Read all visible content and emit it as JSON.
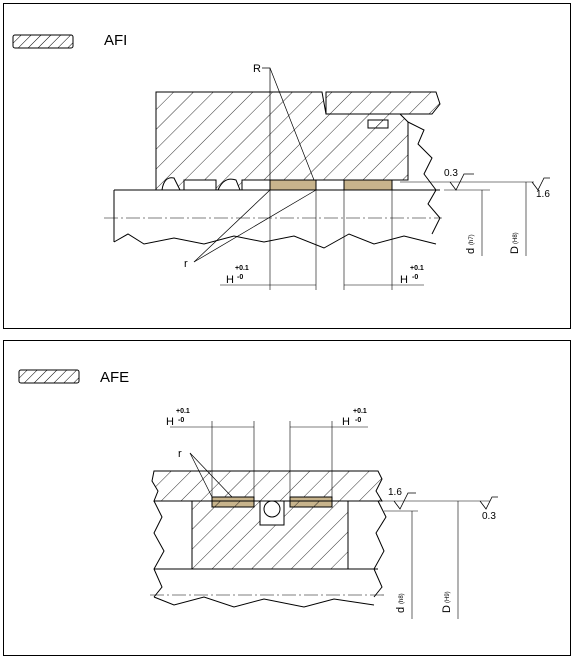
{
  "afi": {
    "title": "AFI",
    "labels": {
      "R": "R",
      "r": "r",
      "H": "H",
      "tol_plus": "+0.1",
      "tol_minus": "-0",
      "surface_roughness_1": "0.3",
      "surface_roughness_2": "1.6",
      "d": "d",
      "d_fit": "(h7)",
      "D": "D",
      "D_fit": "(H8)"
    }
  },
  "afe": {
    "title": "AFE",
    "labels": {
      "r": "r",
      "H": "H",
      "tol_plus": "+0.1",
      "tol_minus": "-0",
      "surface_roughness_1": "1.6",
      "surface_roughness_2": "0.3",
      "d": "d",
      "d_fit": "(h8)",
      "D": "D",
      "D_fit": "(H9)"
    }
  },
  "colors": {
    "seal_fill": "#c8b48c",
    "line": "#000000"
  }
}
